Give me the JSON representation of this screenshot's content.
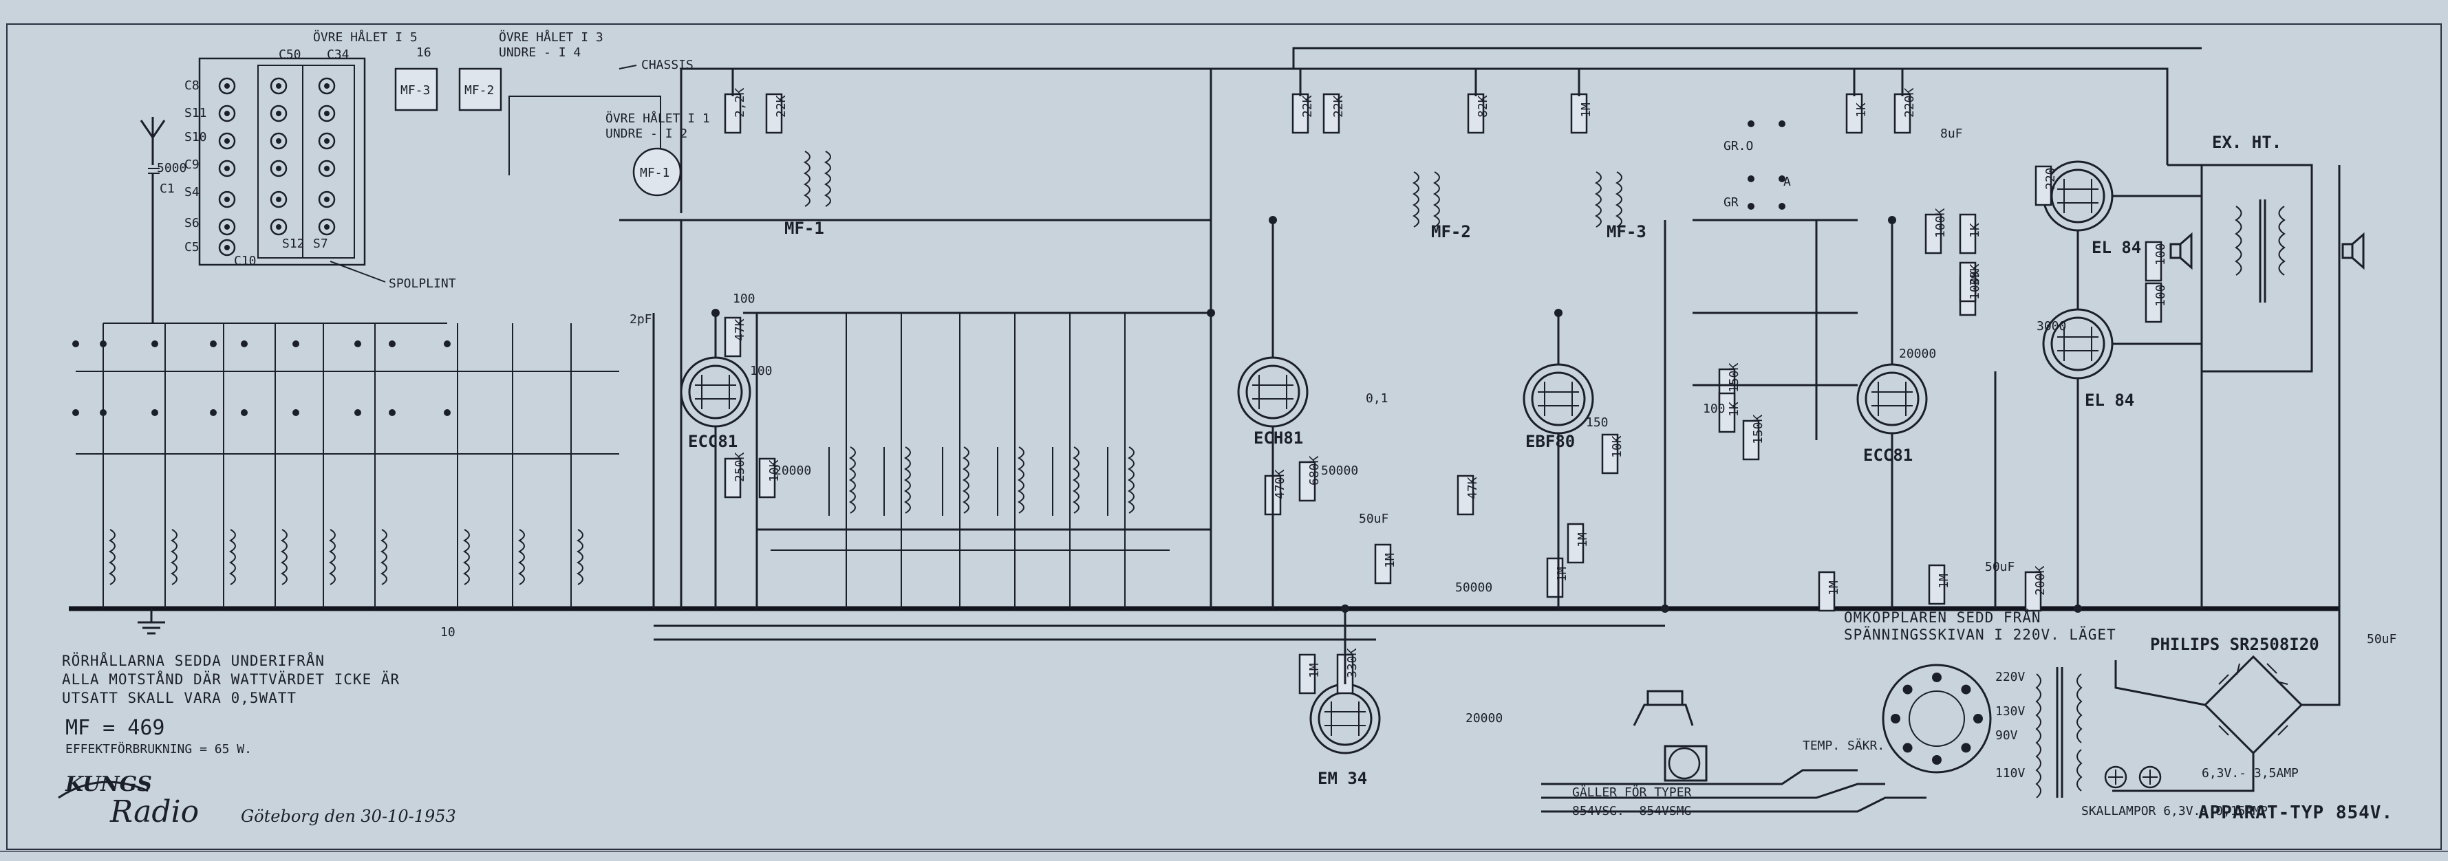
{
  "colors": {
    "paper": "#c9d3dc",
    "ink": "#1b1f2a"
  },
  "notes": {
    "line1": "RÖRHÅLLARNA SEDDA UNDERIFRÅN",
    "line2": "ALLA MOTSTÅND DÄR WATTVÄRDET ICKE ÄR",
    "line3": "UTSATT SKALL VARA 0,5WATT",
    "mf": "MF = 469",
    "power": "EFFEKTFÖRBRUKNING = 65 W."
  },
  "brand": {
    "line1": "KUNGS",
    "line2": "Radio"
  },
  "date": "Göteborg den 30-10-1953",
  "model": "APPARAT-TYP 854V.",
  "valid_for": {
    "line1": "GÄLLER FÖR TYPER",
    "line2": "854VSG.- 854VSMG"
  },
  "switch_note": {
    "line1": "OMKOPPLAREN SEDD FRÅN",
    "line2": "SPÄNNINGSSKIVAN I 220V. LÄGET"
  },
  "rectifier": "PHILIPS SR2508I20",
  "heater": "6,3V.- 3,5AMP",
  "scale_lamp": "SKALLAMPOR 6,3V.- 0,15AMP",
  "temp_fuse": "TEMP. SÄKR.",
  "ex_ht": "EX. HT.",
  "spolplint": "SPOLPLINT",
  "chassis": "CHASSIS",
  "if_notes": {
    "mf3": {
      "line1": "ÖVRE HÅLET I 5",
      "line2": "16"
    },
    "mf2": {
      "line1": "ÖVRE HÅLET I 3",
      "line2": "UNDRE - I 4"
    },
    "mf1": {
      "line1": "ÖVRE HÅLET I 1",
      "line2": "UNDRE - I 2"
    }
  },
  "tubes": [
    {
      "id": "ecc81a",
      "label": "ECC81"
    },
    {
      "id": "ech81",
      "label": "ECH81"
    },
    {
      "id": "ebf80",
      "label": "EBF80"
    },
    {
      "id": "ecc81b",
      "label": "ECC81"
    },
    {
      "id": "el84a",
      "label": "EL 84"
    },
    {
      "id": "el84b",
      "label": "EL 84"
    },
    {
      "id": "em34",
      "label": "EM 34"
    }
  ],
  "transformers": [
    {
      "id": "mf3",
      "label": "MF-3"
    },
    {
      "id": "mf2",
      "label": "MF-2"
    },
    {
      "id": "mf1",
      "label": "MF-1"
    },
    {
      "id": "mf1b",
      "label": "MF-1"
    },
    {
      "id": "mf2b",
      "label": "MF-2"
    },
    {
      "id": "mf3b",
      "label": "MF-3"
    }
  ],
  "resistors": [
    "2,2K",
    "22K",
    "47K",
    "22K",
    "22K",
    "82K",
    "1M",
    "1K",
    "220K",
    "250K",
    "10K",
    "470K",
    "680K",
    "47K",
    "1M",
    "1M",
    "1M",
    "330K",
    "150K",
    "150K",
    "10K",
    "1M",
    "100K",
    "1K",
    "100K",
    "1M",
    "1K",
    "39K",
    "100",
    "100",
    "220",
    "200K",
    "1M"
  ],
  "caps": [
    "5000",
    "100",
    "20000",
    "50000",
    "20000",
    "50000",
    "8uF",
    "50uF",
    "50uF",
    "3000",
    "100",
    "150",
    "20000",
    "100",
    "2pF",
    "10",
    "50uF",
    "0,1"
  ],
  "switch_positions": [
    "GR.O",
    "GR",
    "A"
  ],
  "voltages": [
    "220V",
    "130V",
    "90V",
    "110V"
  ],
  "terminals": [
    "C8",
    "S11",
    "S10",
    "C9",
    "S4",
    "S6",
    "C5",
    "C10",
    "S12",
    "S7",
    "C50",
    "C34"
  ]
}
